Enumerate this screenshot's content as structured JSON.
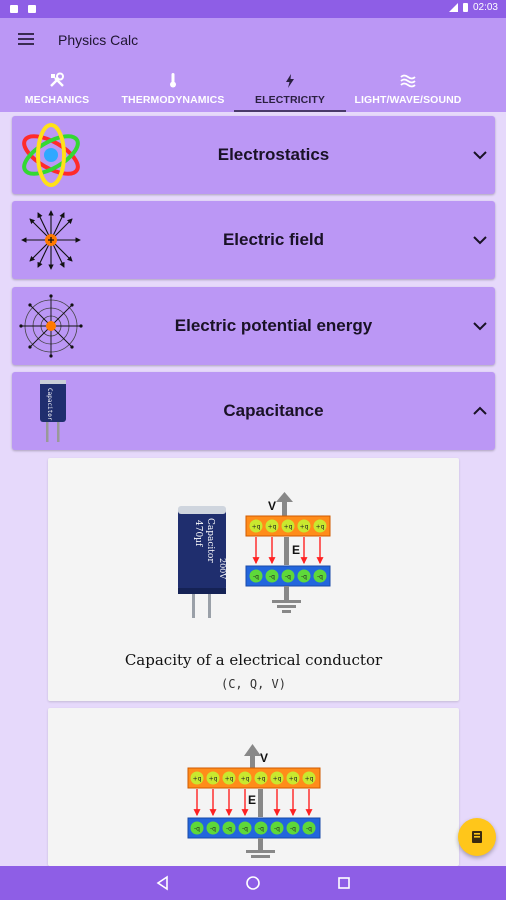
{
  "status_bar": {
    "time": "02:03"
  },
  "app_bar": {
    "title": "Physics Calc"
  },
  "tabs": [
    {
      "label": "MECHANICS",
      "icon": "tools-icon"
    },
    {
      "label": "THERMODYNAMICS",
      "icon": "thermometer-icon"
    },
    {
      "label": "ELECTRICITY",
      "icon": "lightning-icon",
      "active": true
    },
    {
      "label": "LIGHT/WAVE/SOUND",
      "icon": "wave-icon"
    }
  ],
  "sections": [
    {
      "title": "Electrostatics",
      "icon": "atom-icon",
      "expanded": false
    },
    {
      "title": "Electric field",
      "icon": "electric-field-icon",
      "expanded": false
    },
    {
      "title": "Electric potential energy",
      "icon": "potential-energy-icon",
      "expanded": false
    },
    {
      "title": "Capacitance",
      "icon": "capacitor-icon",
      "expanded": true
    }
  ],
  "capacitance_cards": [
    {
      "title": "Capacity of a electrical conductor",
      "subtitle": "(C, Q, V)",
      "capacitor_label": "Capacitor",
      "capacitor_value": "470µf",
      "capacitor_voltage": "200V",
      "diagram_v": "V",
      "diagram_e": "E",
      "plus_plate": [
        "+q",
        "+q",
        "+q",
        "+q",
        "+q"
      ],
      "minus_plate": [
        "-q",
        "-q",
        "-q",
        "-q",
        "-q"
      ]
    },
    {
      "diagram_v": "V",
      "diagram_e": "E",
      "plus_plate": [
        "+q",
        "+q",
        "+q",
        "+q",
        "+q",
        "+q",
        "+q",
        "+q"
      ],
      "minus_plate": [
        "-q",
        "-q",
        "-q",
        "-q",
        "-q",
        "-q",
        "-q",
        "-q"
      ]
    }
  ],
  "colors": {
    "status": "#8e5ee6",
    "app_bar": "#bb97f5",
    "background": "#e6d9fb",
    "fab": "#ffc61a"
  }
}
